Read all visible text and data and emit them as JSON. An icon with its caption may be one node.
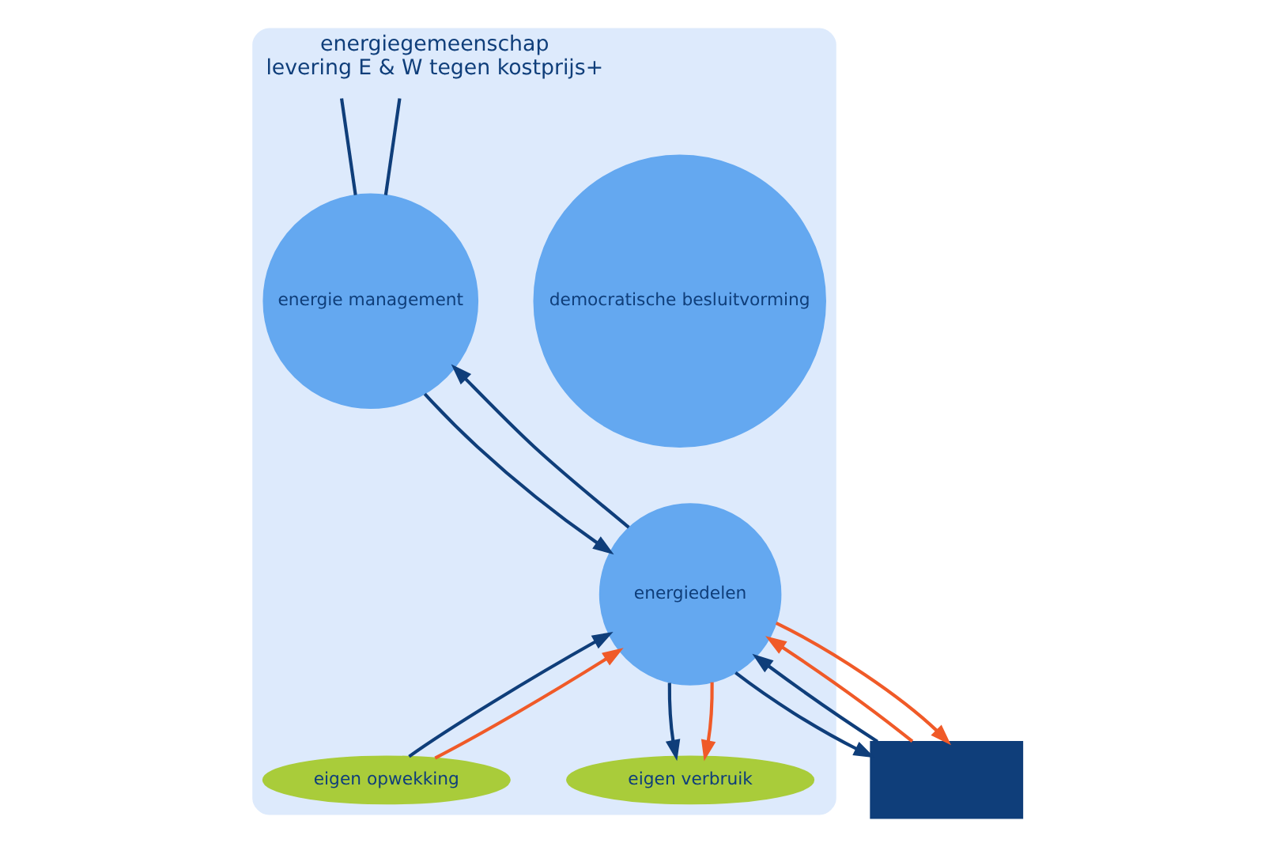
{
  "diagram": {
    "nodes": [
      {
        "text": [
          "energiegemeenschap",
          "levering E & W tegen kostprijs+"
        ]
      },
      {
        "text": [
          "energie management"
        ],
        "in": 0
      },
      {
        "text": [
          "democratische besluitvorming"
        ],
        "in": 0
      },
      {
        "text": [
          "energiedelen"
        ],
        "in": 0
      },
      {
        "text": [
          "eigen opwekking"
        ],
        "in": 0
      },
      {
        "text": [
          "eigen verbruik"
        ],
        "in": 0
      },
      {
        "text": [],
        "shape": "box"
      }
    ],
    "edges": [
      {
        "from": null,
        "to": 1,
        "arrow": "none"
      },
      {
        "from": null,
        "to": 1,
        "arrow": "none"
      },
      {
        "from": 3,
        "to": 1,
        "arrow": "to"
      },
      {
        "from": 1,
        "to": 3,
        "arrow": "to"
      },
      {
        "from": 4,
        "to": 3,
        "arrow": "to"
      },
      {
        "from": 4,
        "to": 3,
        "arrow": "to",
        "color": "#f05a28"
      },
      {
        "from": 3,
        "to": 5,
        "arrow": "to"
      },
      {
        "from": 3,
        "to": 5,
        "arrow": "to",
        "color": "#f05a28"
      },
      {
        "from": 6,
        "to": 3,
        "arrow": "to"
      },
      {
        "from": 3,
        "to": 6,
        "arrow": "to"
      },
      {
        "from": 6,
        "to": 3,
        "arrow": "to",
        "color": "#f05a28"
      },
      {
        "from": 3,
        "to": 6,
        "arrow": "to",
        "color": "#f05a28"
      }
    ]
  }
}
